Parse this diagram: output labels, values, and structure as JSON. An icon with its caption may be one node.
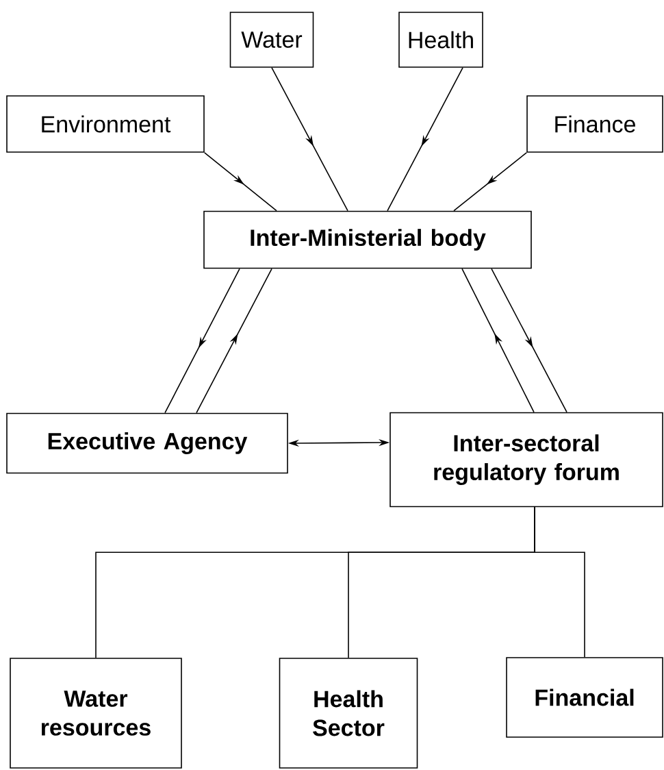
{
  "diagram": {
    "nodes": [
      {
        "text": [
          "Water"
        ]
      },
      {
        "text": [
          "Health"
        ]
      },
      {
        "text": [
          "Environment"
        ]
      },
      {
        "text": [
          "Finance"
        ]
      },
      {
        "text": [
          "Inter-Ministerial body"
        ]
      },
      {
        "text": [
          "Executive Agency"
        ]
      },
      {
        "text": [
          "Inter-sectoral regulatory forum"
        ]
      },
      {
        "text": [
          "Water resources"
        ]
      },
      {
        "text": [
          "Health Sector"
        ]
      },
      {
        "text": [
          "Financial"
        ]
      }
    ],
    "edges": [
      {
        "from": 0,
        "to": 4,
        "arrow": "to"
      },
      {
        "from": 1,
        "to": 4,
        "arrow": "to"
      },
      {
        "from": 2,
        "to": 4,
        "arrow": "to"
      },
      {
        "from": 3,
        "to": 4,
        "arrow": "to"
      },
      {
        "from": 4,
        "to": 5,
        "arrow": "to"
      },
      {
        "from": 5,
        "to": 4,
        "arrow": "to"
      },
      {
        "from": 6,
        "to": 4,
        "arrow": "to"
      },
      {
        "from": 4,
        "to": 6,
        "arrow": "to"
      },
      {
        "from": 5,
        "to": 6,
        "arrow": "both"
      },
      {
        "from": 6,
        "to": 7,
        "arrow": "none"
      },
      {
        "from": 6,
        "to": 8,
        "arrow": "none"
      },
      {
        "from": 6,
        "to": 9,
        "arrow": "none"
      }
    ]
  }
}
